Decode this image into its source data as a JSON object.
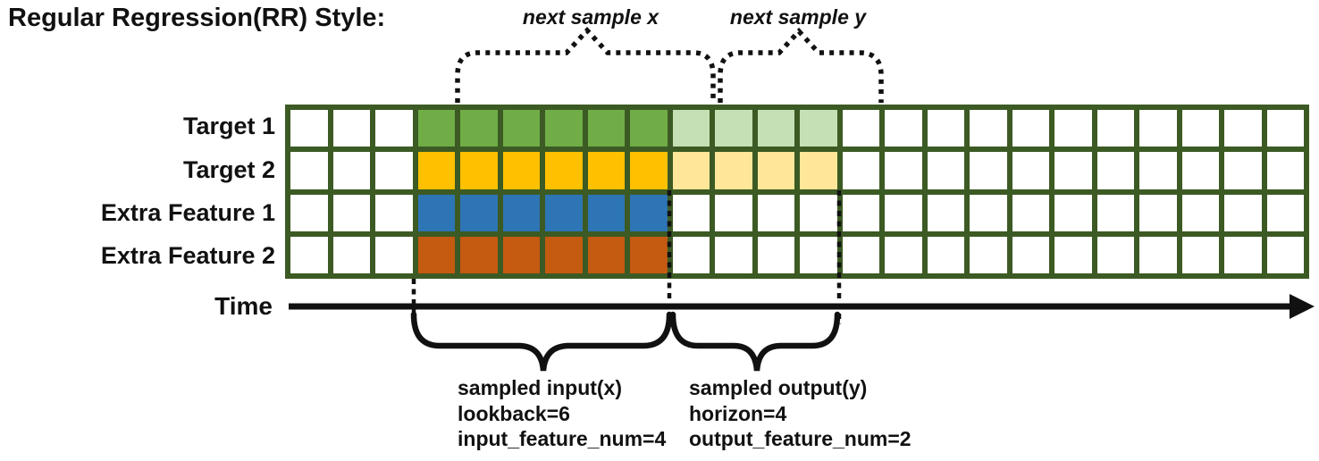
{
  "title": "Regular Regression(RR) Style:",
  "top_annotations": {
    "next_sample_x": "next sample x",
    "next_sample_y": "next sample y"
  },
  "grid": {
    "columns": 24,
    "lead_in_columns": 3,
    "lookback": 6,
    "horizon": 4,
    "border_color": "#3C5A23",
    "empty_cell_color": "#FFFFFF",
    "rows": [
      {
        "label": "Target 1",
        "input_color": "#70AD47",
        "output_color": "#C5E0B4"
      },
      {
        "label": "Target 2",
        "input_color": "#FFC000",
        "output_color": "#FFE699"
      },
      {
        "label": "Extra Feature 1",
        "input_color": "#2E75B6",
        "output_color": null
      },
      {
        "label": "Extra Feature 2",
        "input_color": "#C55A11",
        "output_color": null
      }
    ]
  },
  "time_axis": {
    "label": "Time"
  },
  "bottom_annotations": {
    "input": {
      "lines": [
        "sampled input(x)",
        "lookback=6",
        "input_feature_num=4"
      ]
    },
    "output": {
      "lines": [
        "sampled output(y)",
        "horizon=4",
        "output_feature_num=2"
      ]
    }
  },
  "line_color": "#111111"
}
